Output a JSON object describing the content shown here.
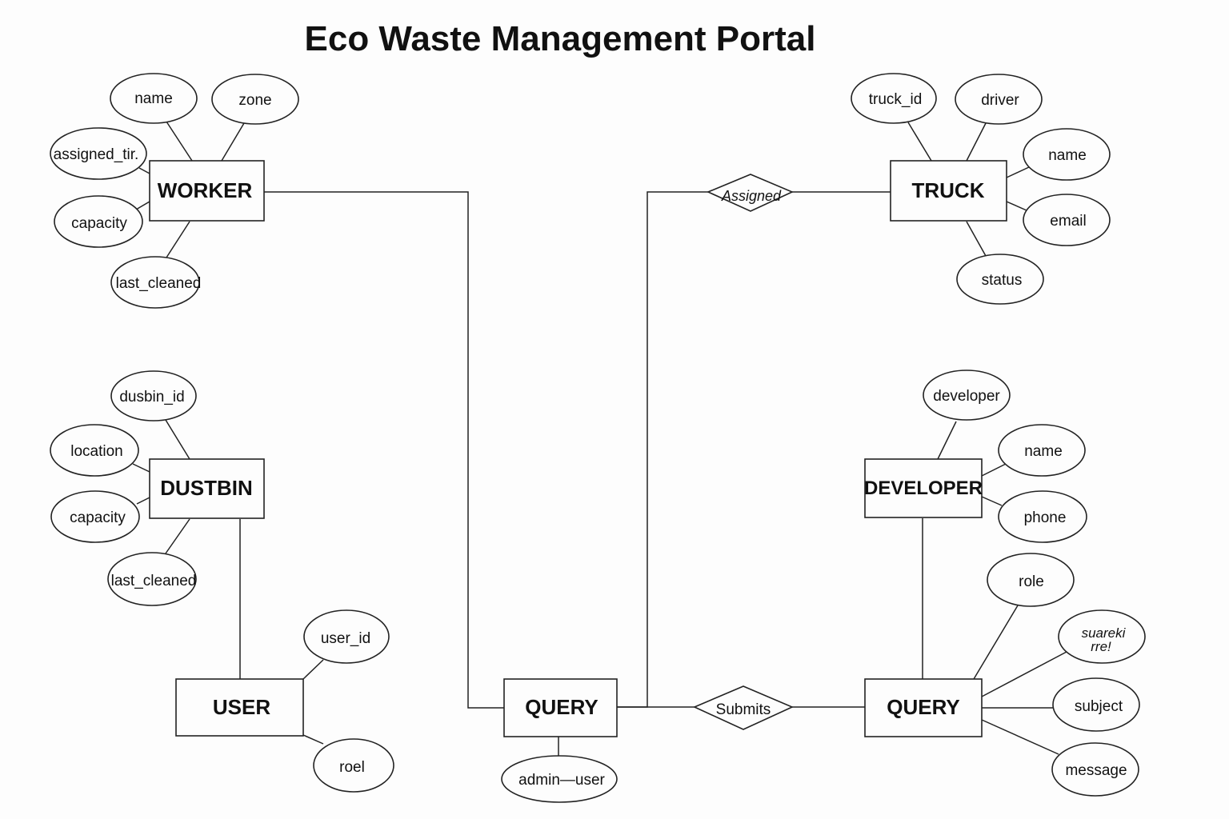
{
  "title": "Eco Waste Management Portal",
  "entities": {
    "worker": "WORKER",
    "truck": "TRUCK",
    "dustbin": "DUSTBIN",
    "developer": "DEVELOPER",
    "user": "USER",
    "query_center": "QUERY",
    "query_right": "QUERY"
  },
  "relationships": {
    "assigned": "Assigned",
    "submits": "Submits"
  },
  "attributes": {
    "worker": [
      "name",
      "zone",
      "assigned_tir.",
      "capacity",
      "last_cleaned"
    ],
    "truck": [
      "truck_id",
      "driver",
      "name",
      "email",
      "status"
    ],
    "dustbin": [
      "dusbin_id",
      "location",
      "capacity",
      "last_cleaned"
    ],
    "developer": [
      "developer",
      "name",
      "phone"
    ],
    "user": [
      "user_id",
      "roel"
    ],
    "query_center": [
      "admin—user"
    ],
    "query_right": [
      "role",
      "suareki",
      "rre!",
      "subject",
      "message"
    ]
  }
}
